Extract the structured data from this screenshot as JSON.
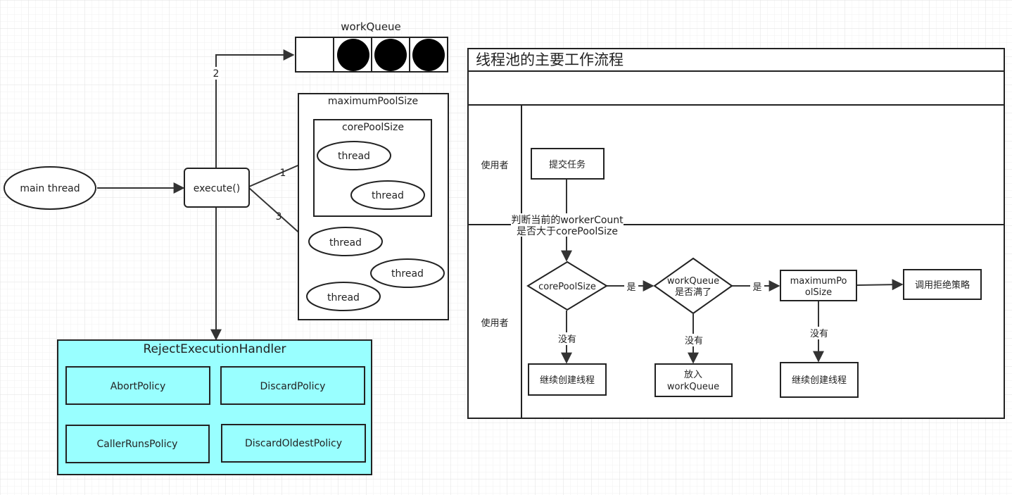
{
  "left": {
    "main_thread": "main thread",
    "execute": "execute()",
    "work_queue": "workQueue",
    "max_pool": "maximumPoolSize",
    "core_pool": "corePoolSize",
    "thread": "thread",
    "edge_1": "1",
    "edge_2": "2",
    "edge_3": "3"
  },
  "handler": {
    "title": "RejectExecutionHandler",
    "color": "#99ffff",
    "policies": [
      "AbortPolicy",
      "DiscardPolicy",
      "CallerRunsPolicy",
      "DiscardOldestPolicy"
    ]
  },
  "flow": {
    "title": "线程池的主要工作流程",
    "lane_label": "使用者",
    "submit": "提交任务",
    "judge_line1": "判断当前的workerCount",
    "judge_line2": "是否大于corePoolSize",
    "core_pool": "corePoolSize",
    "queue_full_line1": "workQueue",
    "queue_full_line2": "是否满了",
    "max_pool_line1": "maximumPo",
    "max_pool_line2": "olSize",
    "reject": "调用拒绝策略",
    "yes": "是",
    "no": "没有",
    "create_thread": "继续创建线程",
    "put_line1": "放入",
    "put_line2": "workQueue"
  }
}
